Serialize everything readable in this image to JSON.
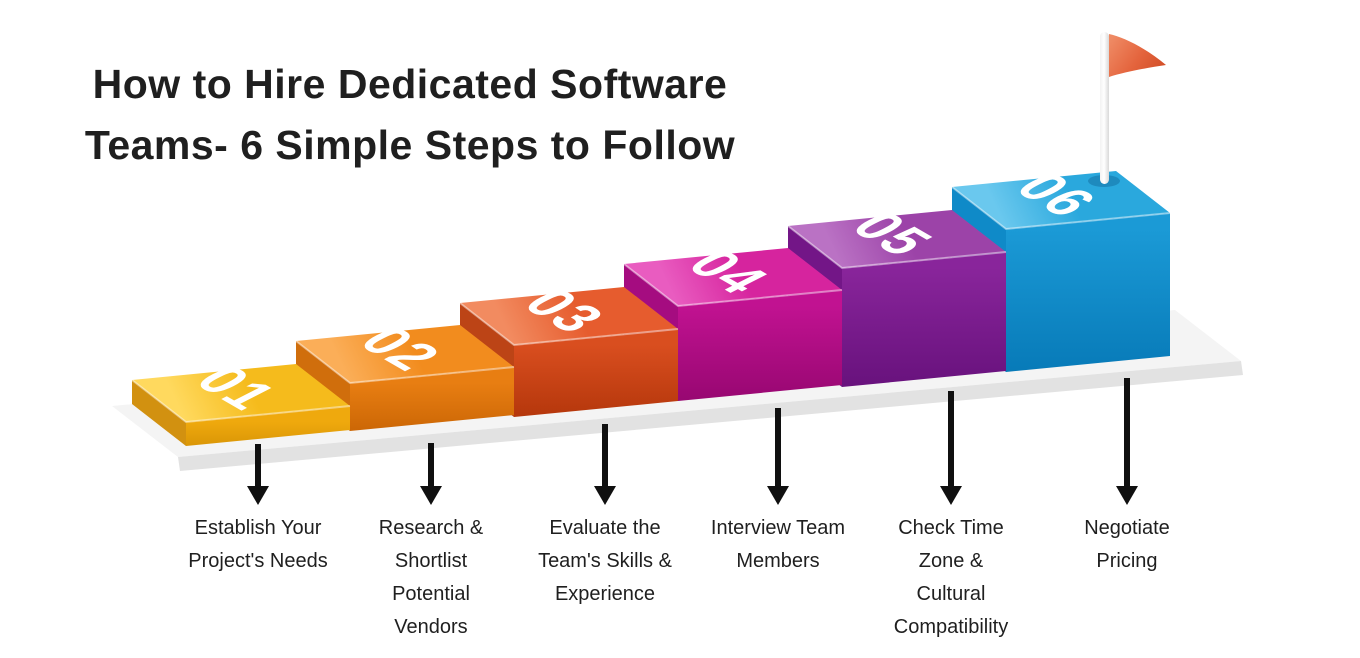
{
  "title": {
    "line1": "How to Hire Dedicated Software",
    "line2": "Teams- 6 Simple Steps to Follow"
  },
  "background_color": "#FFFFFF",
  "text_color": "#1F1F1F",
  "arrow_color": "#101010",
  "platform": {
    "top_color": "#F4F4F4",
    "front_color": "#E2E2E2"
  },
  "flag": {
    "icon": "pennant-flag-icon",
    "pole_color": "#FFFFFF",
    "color": "#E4643D",
    "color_light": "#EF8A64",
    "color_dark": "#D14E27"
  },
  "steps": [
    {
      "number": "01",
      "label_lines": [
        "Establish Your",
        "Project's Needs"
      ],
      "colors": {
        "top": "#F5BB1C",
        "top_light": "#FFD95E",
        "front": "#EFA90D",
        "front_dark": "#D18E04",
        "side": "#D29110"
      }
    },
    {
      "number": "02",
      "label_lines": [
        "Research &",
        "Shortlist",
        "Potential",
        "Vendors"
      ],
      "colors": {
        "top": "#F28C1E",
        "top_light": "#FBAE58",
        "front": "#E87E12",
        "front_dark": "#C66203",
        "side": "#D06E0C"
      }
    },
    {
      "number": "03",
      "label_lines": [
        "Evaluate the",
        "Team's Skills &",
        "Experience"
      ],
      "colors": {
        "top": "#E65C2E",
        "top_light": "#F28B60",
        "front": "#D94E1F",
        "front_dark": "#B03409",
        "side": "#BC4416"
      }
    },
    {
      "number": "04",
      "label_lines": [
        "Interview Team",
        "Members"
      ],
      "colors": {
        "top": "#D6249E",
        "top_light": "#E95CC0",
        "front": "#C11291",
        "front_dark": "#93066E",
        "side": "#A50C80"
      }
    },
    {
      "number": "05",
      "label_lines": [
        "Check Time",
        "Zone &",
        "Cultural",
        "Compatibility"
      ],
      "colors": {
        "top": "#9C43A8",
        "top_light": "#BA72C4",
        "front": "#89259B",
        "front_dark": "#65107A",
        "side": "#731687"
      }
    },
    {
      "number": "06",
      "label_lines": [
        "Negotiate",
        "Pricing"
      ],
      "colors": {
        "top": "#2AA8DD",
        "top_light": "#6AC8EE",
        "front": "#1B9AD6",
        "front_dark": "#0678B6",
        "side": "#0F8AC8"
      }
    }
  ]
}
